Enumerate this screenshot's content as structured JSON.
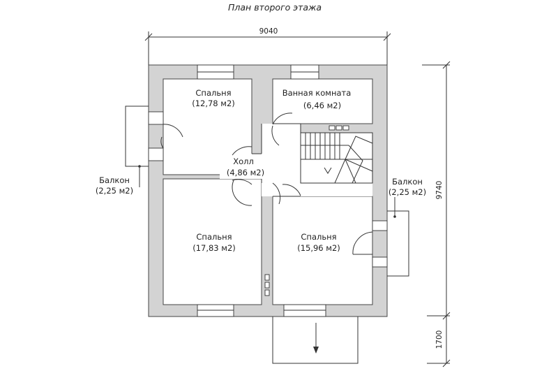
{
  "title": "План второго этажа",
  "dimensions": {
    "width": "9040",
    "height": "9740",
    "balcony_depth": "1700"
  },
  "rooms": [
    {
      "id": "bedroom-top-left",
      "name": "Спальня",
      "area": "(12,78 м2)"
    },
    {
      "id": "bathroom",
      "name": "Ванная комната",
      "area": "(6,46 м2)"
    },
    {
      "id": "hall",
      "name": "Холл",
      "area": "(4,86 м2)"
    },
    {
      "id": "bedroom-bottom-left",
      "name": "Спальня",
      "area": "(17,83 м2)"
    },
    {
      "id": "bedroom-bottom-right",
      "name": "Спальня",
      "area": "(15,96 м2)"
    },
    {
      "id": "balcony-left",
      "name": "Балкон",
      "area": "(2,25 м2)"
    },
    {
      "id": "balcony-right",
      "name": "Балкон",
      "area": "(2,25 м2)"
    }
  ],
  "colors": {
    "wall_fill": "#d3d3d3",
    "line": "#333333",
    "background": "#ffffff"
  }
}
